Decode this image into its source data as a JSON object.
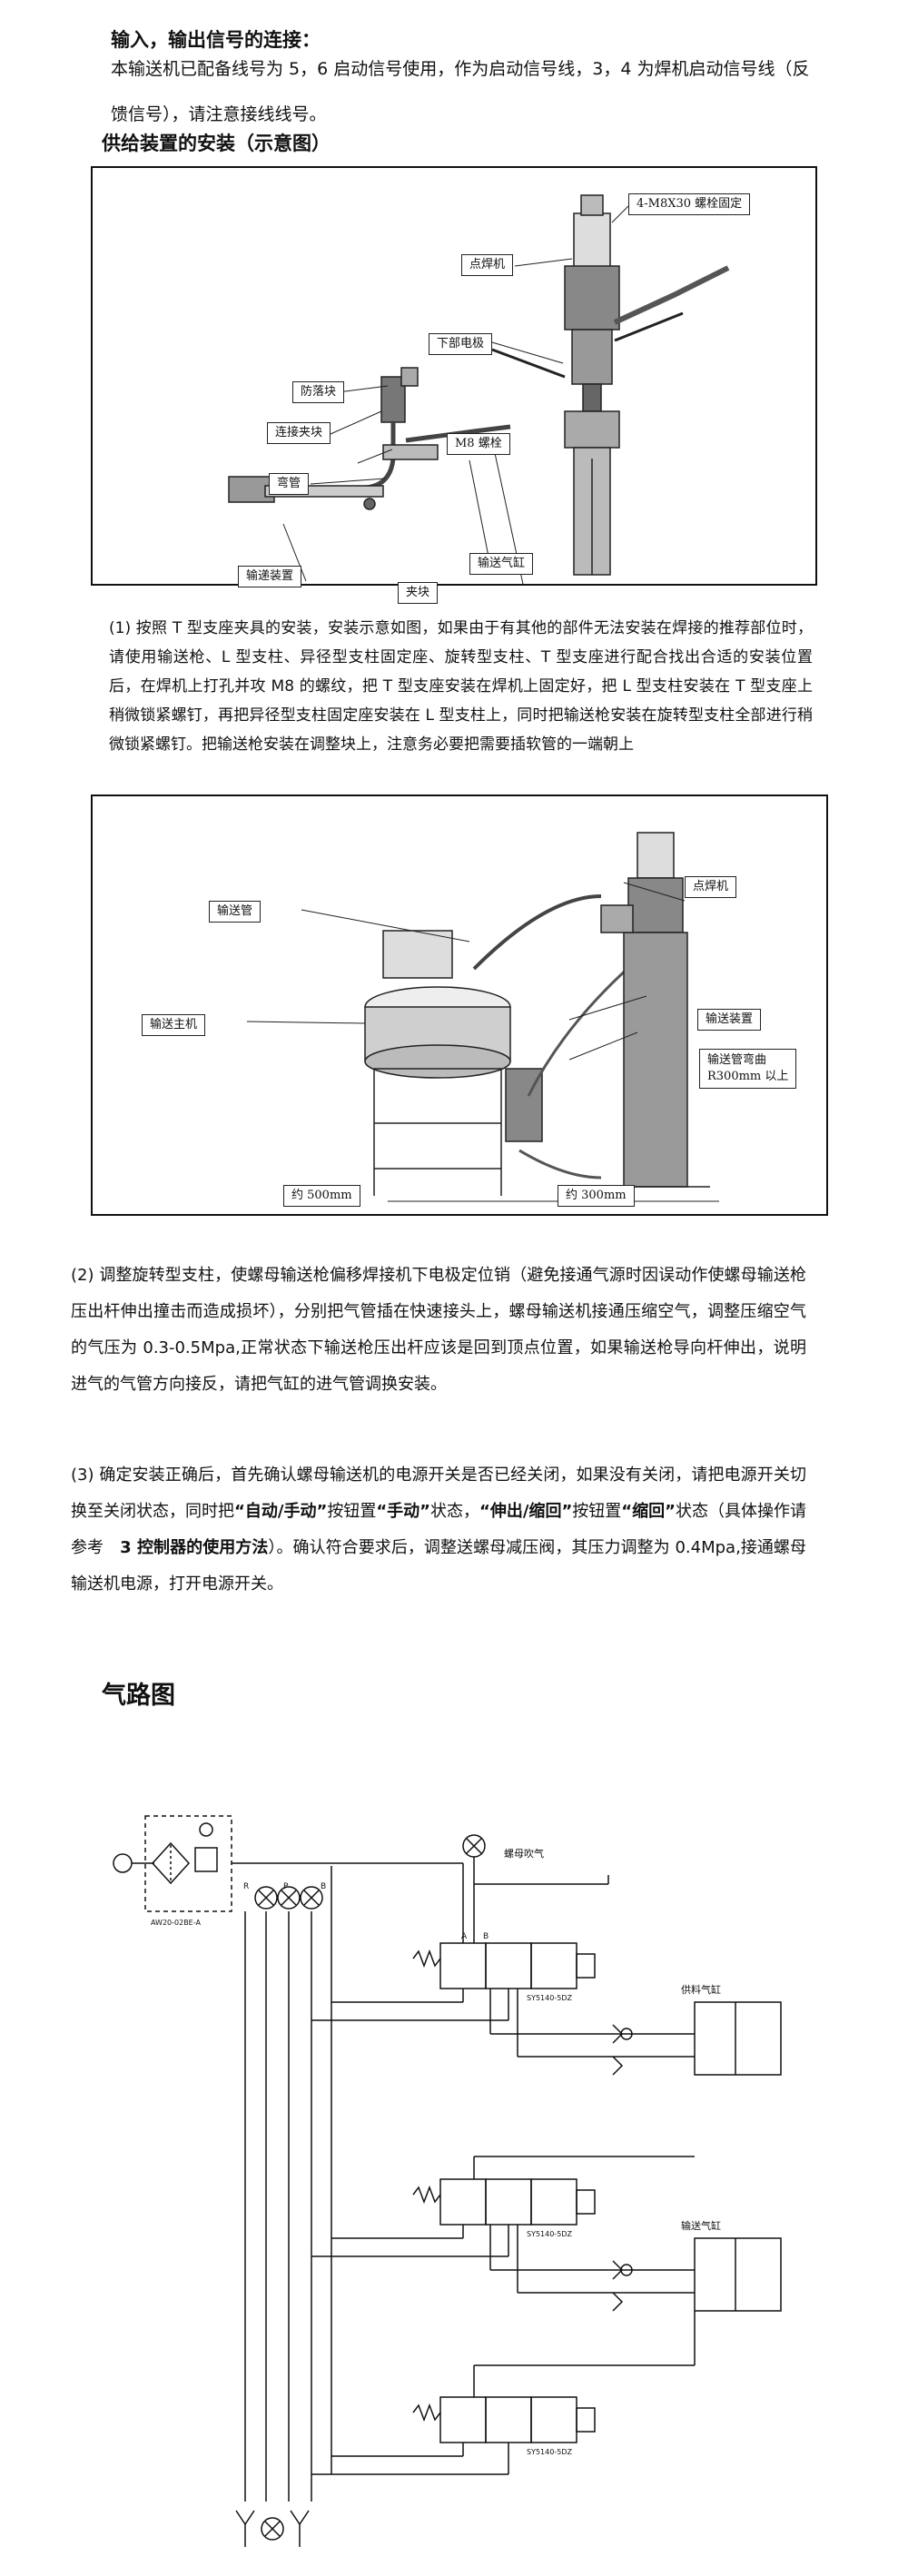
{
  "io": {
    "heading": "输入，输出信号的连接：",
    "line1": "本输送机已配备线号为 5，6 启动信号使用，作为启动信号线，3，4 为焊机启动信号线（反",
    "line2": "馈信号），请注意接线线号。"
  },
  "supply": {
    "heading": "供给装置的安装（示意图）"
  },
  "fig1": {
    "labels": {
      "spot_welder": "点焊机",
      "bolt": "4-M8X30 螺栓固定",
      "lower_electrode": "下部电极",
      "anti_drop": "防落块",
      "connect_clamp": "连接夹块",
      "m8_bolt": "M8 螺栓",
      "elbow": "弯管",
      "feed_cylinder": "输送气缸",
      "feeder": "输递装置",
      "clamp": "夹块"
    }
  },
  "step1": {
    "text": "(1)  按照 T 型支座夹具的安装，安装示意如图，如果由于有其他的部件无法安装在焊接的推荐部位时，请使用输送枪、L 型支柱、异径型支柱固定座、旋转型支柱、T 型支座进行配合找出合适的安装位置后，在焊机上打孔并攻 M8 的螺纹，把 T 型支座安装在焊机上固定好，把 L 型支柱安装在 T 型支座上稍微锁紧螺钉，再把异径型支柱固定座安装在 L 型支柱上，同时把输送枪安装在旋转型支柱全部进行稍微锁紧螺钉。把输送枪安装在调整块上，注意务必要把需要插软管的一端朝上"
  },
  "fig2": {
    "labels": {
      "feed_tube": "输送管",
      "spot_welder": "点焊机",
      "feed_host": "输送主机",
      "feed_device": "输送装置",
      "bend_note_1": "输送管弯曲",
      "bend_note_2": "R300mm 以上",
      "about_500": "约 500mm",
      "about_300": "约 300mm"
    }
  },
  "step2": {
    "text": "(2)  调整旋转型支柱，使螺母输送枪偏移焊接机下电极定位销（避免接通气源时因误动作使螺母输送枪压出杆伸出撞击而造成损坏），分别把气管插在快速接头上，螺母输送机接通压缩空气，调整压缩空气的气压为 0.3-0.5Mpa,正常状态下输送枪压出杆应该是回到顶点位置，如果输送枪导向杆伸出，说明进气的气管方向接反，请把气缸的进气管调换安装。"
  },
  "step3": {
    "p1": "(3)  确定安装正确后，首先确认螺母输送机的电源开关是否已经关闭，如果没有关闭，请把电源开关切换至关闭状态，同时把",
    "q1": "“自动/手动”",
    "p2": "按钮置",
    "q2": "“手动”",
    "p3": "状态，",
    "q3": "“伸出/缩回”",
    "p4": "按钮置",
    "q4": "“缩回”",
    "p5": "状态（具体操作请参考　",
    "q5": "3 控制器的使用方法",
    "p6": "）。确认符合要求后，调整送螺母减压阀，其压力调整为 0.4Mpa,接通螺母输送机电源，打开电源开关。"
  },
  "pneumatic": {
    "title": "气路图",
    "blow": "螺母吹气",
    "supply_cyl": "供料气缸",
    "feed_cyl": "输送气缸",
    "frl": "AW20-02BE-A",
    "valve1": "SY5140-5DZ",
    "valve2": "SY5140-5DZ",
    "valve3": "SY5140-5DZ",
    "port_a": "A",
    "port_b": "B",
    "port_r": "R",
    "port_p": "P"
  }
}
